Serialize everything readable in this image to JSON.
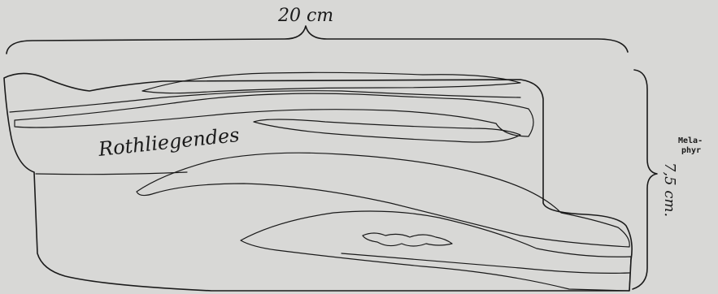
{
  "figure": {
    "background": "#d8d8d6",
    "ink": "#1a1a1a",
    "width_label": "20 cm",
    "height_label": "7,5 cm.",
    "rock_label": "Rothliegendes",
    "side_label_line1": "Mela-",
    "side_label_line2": "phyr"
  }
}
